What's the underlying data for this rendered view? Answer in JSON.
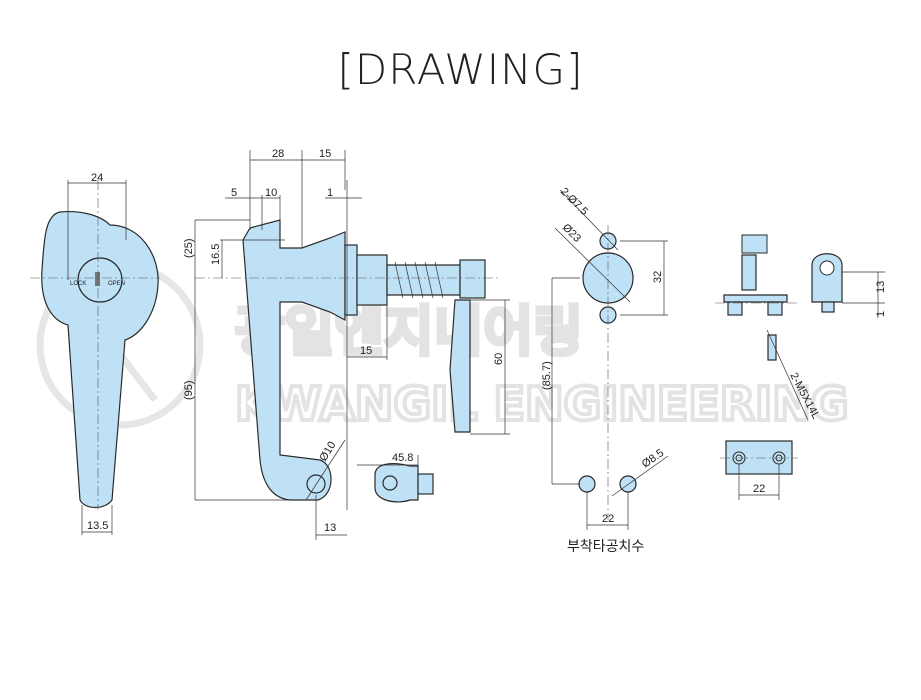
{
  "title": "[DRAWING]",
  "watermark": {
    "logo_letter": "K",
    "korean": "광일엔지니어링",
    "english": "KWANGIL ENGINEERING"
  },
  "front_view": {
    "width_top": "24",
    "width_bottom": "13.5",
    "key_marks": [
      "LOCK",
      "OPEN"
    ]
  },
  "side_view": {
    "dim_28": "28",
    "dim_15_top": "15",
    "dim_5": "5",
    "dim_10": "10",
    "dim_1": "1",
    "dim_25": "(25)",
    "dim_16_5": "16.5",
    "dim_95": "(95)",
    "dim_dia10": "Ø10",
    "dim_13": "13",
    "dim_15_spring": "15",
    "dim_60": "60",
    "dim_45_8": "45.8"
  },
  "mounting": {
    "holes_small": "2-Ø7.5",
    "hole_main": "Ø23",
    "dim_32": "32",
    "dim_85_7": "(85.7)",
    "hole_lower": "Ø8.5",
    "dim_22": "22",
    "caption": "부착타공치수"
  },
  "bracket": {
    "dim_13": "13",
    "dim_1": "1",
    "screws": "2-M5X14L",
    "dim_22": "22"
  }
}
